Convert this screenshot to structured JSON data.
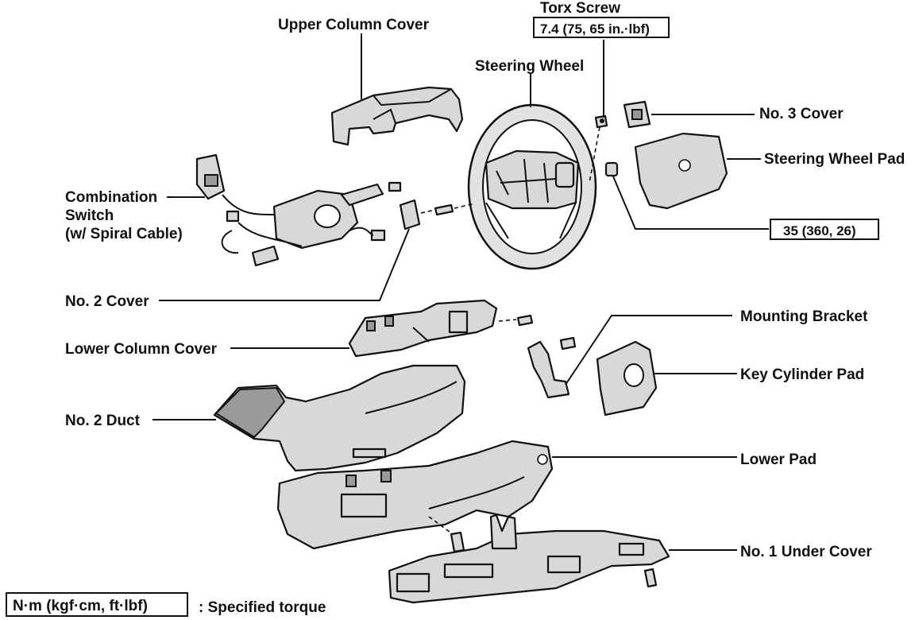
{
  "labels": {
    "upper_column_cover": "Upper Column Cover",
    "torx_screw": "Torx Screw",
    "torx_torque": "7.4 (75, 65 in.·lbf)",
    "steering_wheel": "Steering Wheel",
    "no3_cover": "No. 3 Cover",
    "steering_wheel_pad": "Steering Wheel Pad",
    "pad_torque": "35 (360, 26)",
    "combination_switch_1": "Combination",
    "combination_switch_2": "Switch",
    "combination_switch_3": "(w/ Spiral Cable)",
    "no2_cover": "No. 2 Cover",
    "mounting_bracket": "Mounting Bracket",
    "lower_column_cover": "Lower Column Cover",
    "key_cylinder_pad": "Key Cylinder Pad",
    "no2_duct": "No. 2 Duct",
    "lower_pad": "Lower Pad",
    "no1_under_cover": "No. 1 Under Cover",
    "legend_units": "N·m (kgf·cm, ft·lbf)",
    "legend_desc": ":  Specified torque"
  }
}
